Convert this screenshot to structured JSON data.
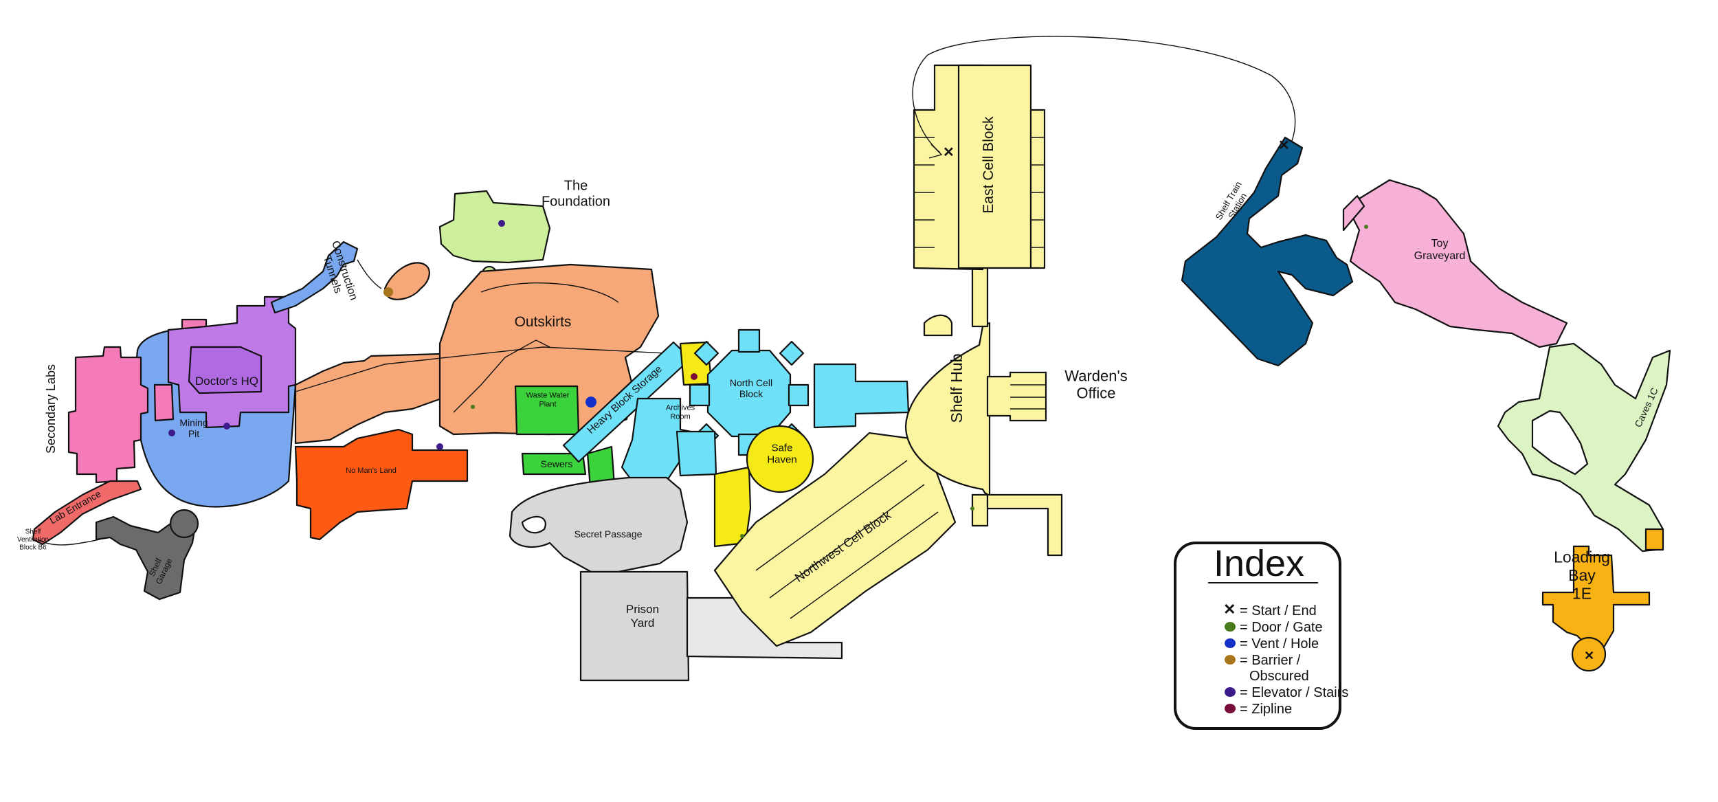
{
  "map": {
    "regions": [
      {
        "key": "secondary_labs",
        "label": "Secondary Labs",
        "color": "#f47ab8"
      },
      {
        "key": "doctors_hq",
        "label": "Doctor's HQ",
        "color": "#c07ae8"
      },
      {
        "key": "mining_pit",
        "label": "Mining\nPit",
        "color": "#7aa8f0"
      },
      {
        "key": "lab_entrance",
        "label": "Lab Entrance",
        "color": "#f06a6a"
      },
      {
        "key": "shelf_ventilation",
        "label": "Shelf\nVentilation\nBlock B6",
        "color": "#ffffff"
      },
      {
        "key": "shelf_garage",
        "label": "Shelf\nGarage",
        "color": "#6b6b6b"
      },
      {
        "key": "construction_tunnels",
        "label": "Construction\nTunnels",
        "color": "#7aa8f0"
      },
      {
        "key": "no_mans_land",
        "label": "No Man's Land",
        "color": "#ff5a14"
      },
      {
        "key": "the_foundation",
        "label": "The\nFoundation",
        "color": "#cdee9a"
      },
      {
        "key": "outskirts",
        "label": "Outskirts",
        "color": "#f7a878"
      },
      {
        "key": "waste_water_plant",
        "label": "Waste Water\nPlant",
        "color": "#3cd23c"
      },
      {
        "key": "heavy_block_storage",
        "label": "Heavy Block Storage",
        "color": "#6ee0f8"
      },
      {
        "key": "archives_room",
        "label": "Archives\nRoom",
        "color": "#6ee0f8"
      },
      {
        "key": "sewers",
        "label": "Sewers",
        "color": "#3cd23c"
      },
      {
        "key": "secret_passage",
        "label": "Secret Passage",
        "color": "#d8d8d8"
      },
      {
        "key": "north_cell_block",
        "label": "North Cell\nBlock",
        "color": "#6ee0f8"
      },
      {
        "key": "safe_haven",
        "label": "Safe\nHaven",
        "color": "#f5ea18"
      },
      {
        "key": "prison_yard",
        "label": "Prison\nYard",
        "color": "#d8d8d8"
      },
      {
        "key": "northwest_cell_block",
        "label": "Northwest Cell Block",
        "color": "#fbf5a2"
      },
      {
        "key": "east_cell_block",
        "label": "East Cell Block",
        "color": "#fbf5a2"
      },
      {
        "key": "shelf_hub",
        "label": "Shelf Hub",
        "color": "#fbf5a2"
      },
      {
        "key": "wardens_office",
        "label": "Warden's\nOffice",
        "color": "#fbf5a2"
      },
      {
        "key": "shelf_train_station",
        "label": "Shelf Train\nStation",
        "color": "#0b5a8c"
      },
      {
        "key": "toy_graveyard",
        "label": "Toy\nGraveyard",
        "color": "#f7b0d8"
      },
      {
        "key": "caves_1c",
        "label": "Caves 1C",
        "color": "#dcf4c4"
      },
      {
        "key": "loading_bay_1e",
        "label": "Loading\nBay\n1E",
        "color": "#f9b214"
      }
    ]
  },
  "index": {
    "title": "Index",
    "items": [
      {
        "symbol": "cross",
        "label": "= Start / End",
        "color": "#c8141e"
      },
      {
        "symbol": "blob",
        "label": "= Door / Gate",
        "color": "#4a7a1e"
      },
      {
        "symbol": "blob",
        "label": "= Vent / Hole",
        "color": "#1430c8"
      },
      {
        "symbol": "blob",
        "label": "= Barrier /\nObscured",
        "color": "#a8741c"
      },
      {
        "symbol": "blob",
        "label": "= Elevator / Stairs",
        "color": "#3c1a8a"
      },
      {
        "symbol": "blob",
        "label": "= Zipline",
        "color": "#7a0e3a"
      }
    ]
  }
}
